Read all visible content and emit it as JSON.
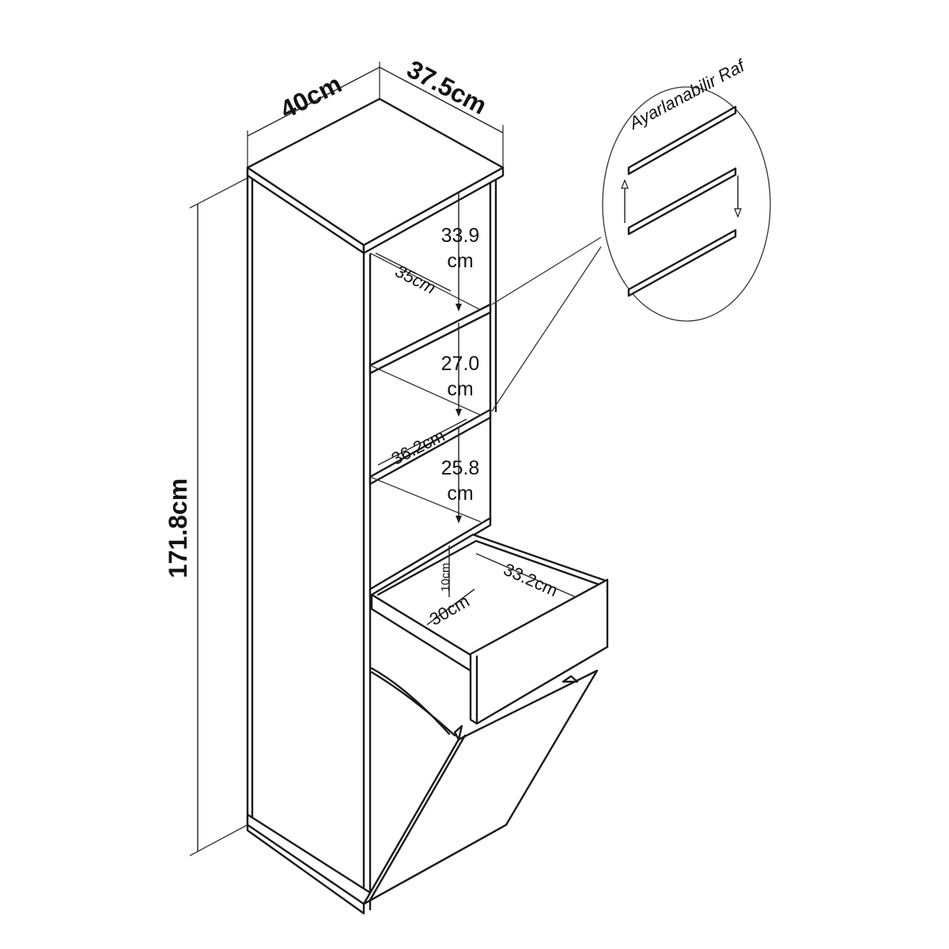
{
  "labels": {
    "width": "40cm",
    "depth": "37.5cm",
    "height": "171.8cm",
    "shelf_depth": "35cm",
    "shelf_width": "36.2cm",
    "gap1_value": "33.9",
    "gap1_unit": "cm",
    "gap2_value": "27.0",
    "gap2_unit": "cm",
    "gap3_value": "25.8",
    "gap3_unit": "cm",
    "drawer_height": "10cm",
    "drawer_width": "30cm",
    "drawer_depth": "33.2cm",
    "callout": "Ayarlanabilir Raf"
  },
  "colors": {
    "line": "#1a1a1a",
    "background": "#ffffff"
  }
}
